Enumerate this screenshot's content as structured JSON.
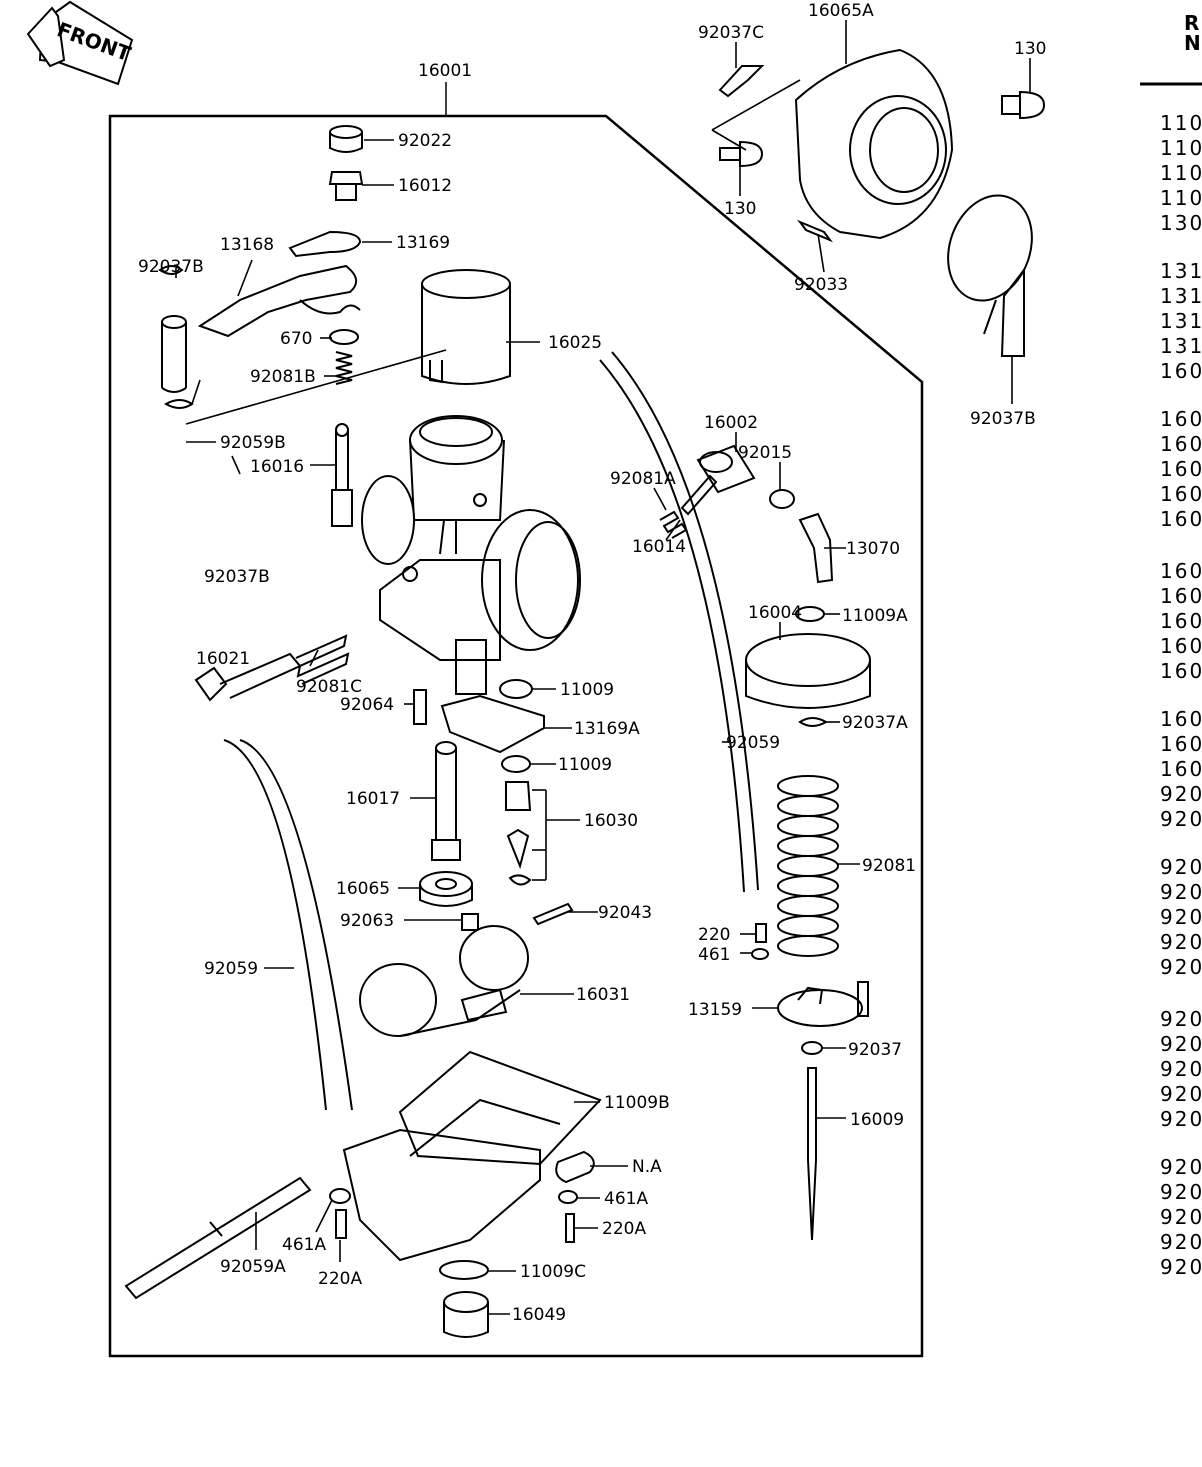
{
  "front_badge": {
    "text": "FRONT"
  },
  "assembly": {
    "main_label": "16001"
  },
  "side_table": {
    "header_line1": "Re",
    "header_line2": "No",
    "rows": [
      "110",
      "110",
      "110",
      "110",
      "130",
      "131",
      "131",
      "131",
      "131",
      "160",
      "160",
      "160",
      "160",
      "160",
      "160",
      "160",
      "160",
      "160",
      "160",
      "160",
      "160",
      "160",
      "160",
      "920",
      "920",
      "920",
      "920",
      "920",
      "920",
      "920",
      "920",
      "920",
      "920",
      "920",
      "920",
      "920",
      "920",
      "920",
      "920",
      "920"
    ]
  },
  "callouts": {
    "c92022": "92022",
    "c16012": "16012",
    "c13168": "13168",
    "c13169": "13169",
    "c92037B_top": "92037B",
    "c670": "670",
    "c92081B": "92081B",
    "c16025": "16025",
    "c92059B": "92059B",
    "c16016": "16016",
    "c92037B_mid": "92037B",
    "c16021": "16021",
    "c92081C": "92081C",
    "c92064": "92064",
    "c11009_a": "11009",
    "c13169A": "13169A",
    "c11009_b": "11009",
    "c16017": "16017",
    "c16030": "16030",
    "c16065": "16065",
    "c92063": "92063",
    "c92043": "92043",
    "c92059_left": "92059",
    "c16031": "16031",
    "c11009B": "11009B",
    "cNA": "N.A",
    "c461A_right": "461A",
    "c220A_right": "220A",
    "c461A_left": "461A",
    "c220A_left": "220A",
    "c92059A": "92059A",
    "c11009C": "11009C",
    "c16049": "16049",
    "c92037C": "92037C",
    "c16065A": "16065A",
    "c130_top": "130",
    "c130_left": "130",
    "c92033": "92033",
    "c92037B_right": "92037B",
    "c16002": "16002",
    "c92015": "92015",
    "c92081A": "92081A",
    "c16014": "16014",
    "c13070": "13070",
    "c16004": "16004",
    "c11009A": "11009A",
    "c92037A": "92037A",
    "c92059_mid": "92059",
    "c92081": "92081",
    "c220": "220",
    "c461": "461",
    "c13159": "13159",
    "c92037": "92037",
    "c16009": "16009"
  }
}
